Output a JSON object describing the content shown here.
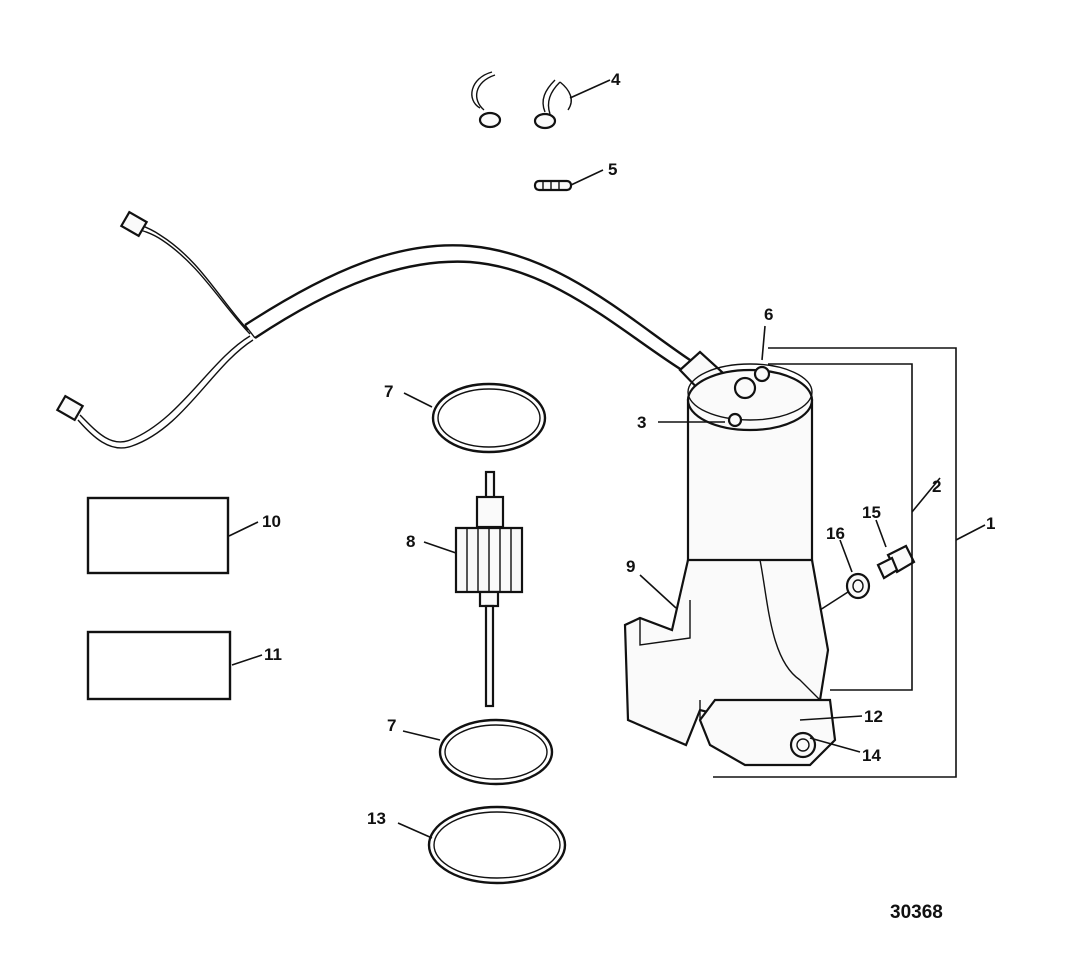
{
  "figure_number": "30368",
  "callouts": [
    {
      "label": "1"
    },
    {
      "label": "2"
    },
    {
      "label": "3"
    },
    {
      "label": "4"
    },
    {
      "label": "5"
    },
    {
      "label": "6"
    },
    {
      "label": "7"
    },
    {
      "label": "7"
    },
    {
      "label": "8"
    },
    {
      "label": "9"
    },
    {
      "label": "10"
    },
    {
      "label": "11"
    },
    {
      "label": "12"
    },
    {
      "label": "13"
    },
    {
      "label": "14"
    },
    {
      "label": "15"
    },
    {
      "label": "16"
    }
  ]
}
